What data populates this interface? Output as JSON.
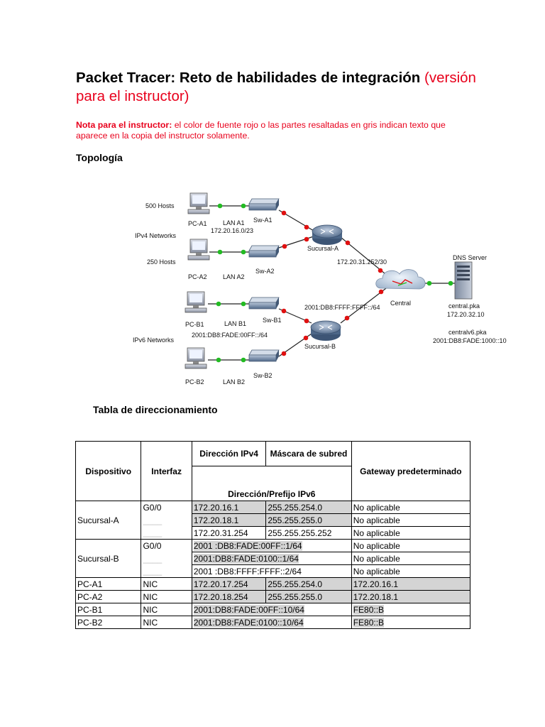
{
  "header": {
    "title_main": "Packet Tracer: Reto de habilidades de integración ",
    "title_red": "(versión para el instructor)"
  },
  "note": {
    "label": "Nota para el instructor:",
    "text": " el color de fuente rojo o las partes resaltadas en gris indican texto que aparece en la copia del instructor solamente."
  },
  "sections": {
    "topology": "Topología",
    "table": "Tabla de direccionamiento"
  },
  "topology": {
    "hosts_500": "500 Hosts",
    "ipv4_networks": "IPv4 Networks",
    "hosts_250": "250 Hosts",
    "ipv6_networks": "IPv6 Networks",
    "pc_a1": "PC-A1",
    "pc_a2": "PC-A2",
    "pc_b1": "PC-B1",
    "pc_b2": "PC-B2",
    "lan_a1": "LAN A1",
    "lan_a1_net": "172.20.16.0/23",
    "lan_a2": "LAN A2",
    "lan_b1": "LAN B1",
    "lan_b1_net": "2001:DB8:FADE:00FF::/64",
    "lan_b2": "LAN B2",
    "sw_a1": "Sw-A1",
    "sw_a2": "Sw-A2",
    "sw_b1": "Sw-B1",
    "sw_b2": "Sw-B2",
    "sucursal_a": "Sucursal-A",
    "sucursal_b": "Sucursal-B",
    "central": "Central",
    "wan_a": "172.20.31.252/30",
    "wan_b": "2001:DB8:FFFF:FFFF::/64",
    "dns_server": "DNS Server",
    "central_pka": "central.pka",
    "central_ip": "172.20.32.10",
    "centralv6_pka": "centralv6.pka",
    "centralv6_ip": "2001:DB8:FADE:1000::10"
  },
  "table": {
    "headers": {
      "device": "Dispositivo",
      "interface": "Interfaz",
      "ipv4": "Dirección IPv4",
      "mask": "Máscara de subred",
      "ipv6": "Dirección/Prefijo IPv6",
      "gateway": "Gateway predeterminado"
    },
    "rows": [
      {
        "device": "",
        "iface": "G0/0",
        "addr": "172.20.16.1",
        "mask": "255.255.254.0",
        "gw": "No aplicable"
      },
      {
        "device": "Sucursal-A",
        "iface": "____",
        "addr": "172.20.18.1",
        "mask": "255.255.255.0",
        "gw": "No aplicable"
      },
      {
        "device": "",
        "iface": "____",
        "addr": "172.20.31.254",
        "mask": "255.255.255.252",
        "gw": "No aplicable"
      },
      {
        "device": "",
        "iface": "G0/0",
        "addr": "2001 :DB8:FADE:00FF::1/64",
        "mask": "",
        "gw": "No aplicable"
      },
      {
        "device": "Sucursal-B",
        "iface": "____",
        "addr": "2001:DB8:FADE:0100::1/64",
        "mask": "",
        "gw": "No aplicable"
      },
      {
        "device": "",
        "iface": "____",
        "addr": "2001 :DB8:FFFF:FFFF::2/64",
        "mask": "",
        "gw": "No aplicable"
      },
      {
        "device": "PC-A1",
        "iface": "NIC",
        "addr": "172.20.17.254",
        "mask": "255.255.254.0",
        "gw": "172.20.16.1"
      },
      {
        "device": "PC-A2",
        "iface": "NIC",
        "addr": "172.20.18.254",
        "mask": "255.255.255.0",
        "gw": "172.20.18.1"
      },
      {
        "device": "PC-B1",
        "iface": "NIC",
        "addr": "2001:DB8:FADE:00FF::10/64",
        "mask": "",
        "gw": "FE80::B"
      },
      {
        "device": "PC-B2",
        "iface": "NIC",
        "addr": "2001:DB8:FADE:0100::10/64",
        "mask": "",
        "gw": "FE80::B"
      }
    ]
  },
  "colors": {
    "instructor_red": "#e8001c",
    "highlight_gray": "#d4d4d4",
    "link_up_green": "#22bb22",
    "link_down_red": "#e01010"
  }
}
